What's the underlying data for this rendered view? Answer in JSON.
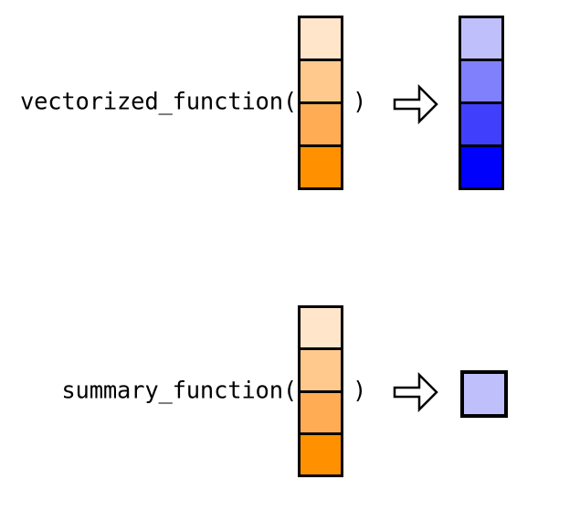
{
  "background_color": "#ffffff",
  "border_color": "#000000",
  "text_color": "#000000",
  "rows": [
    {
      "name": "vectorized",
      "label": "vectorized_function(",
      "close_paren": ")",
      "arrow_icon": "block-arrow-right",
      "input_vector": {
        "colors": [
          "#FFE5C9",
          "#FFC98E",
          "#FFAC55",
          "#FF9100"
        ]
      },
      "output_vector": {
        "colors": [
          "#BFBFFC",
          "#8080FC",
          "#4040FC",
          "#0000FD"
        ]
      }
    },
    {
      "name": "summary",
      "label": "summary_function(",
      "close_paren": ")",
      "arrow_icon": "block-arrow-right",
      "input_vector": {
        "colors": [
          "#FFE5C9",
          "#FFC98E",
          "#FFAC55",
          "#FF9100"
        ]
      },
      "output_scalar": {
        "color": "#BFBFFC"
      }
    }
  ]
}
